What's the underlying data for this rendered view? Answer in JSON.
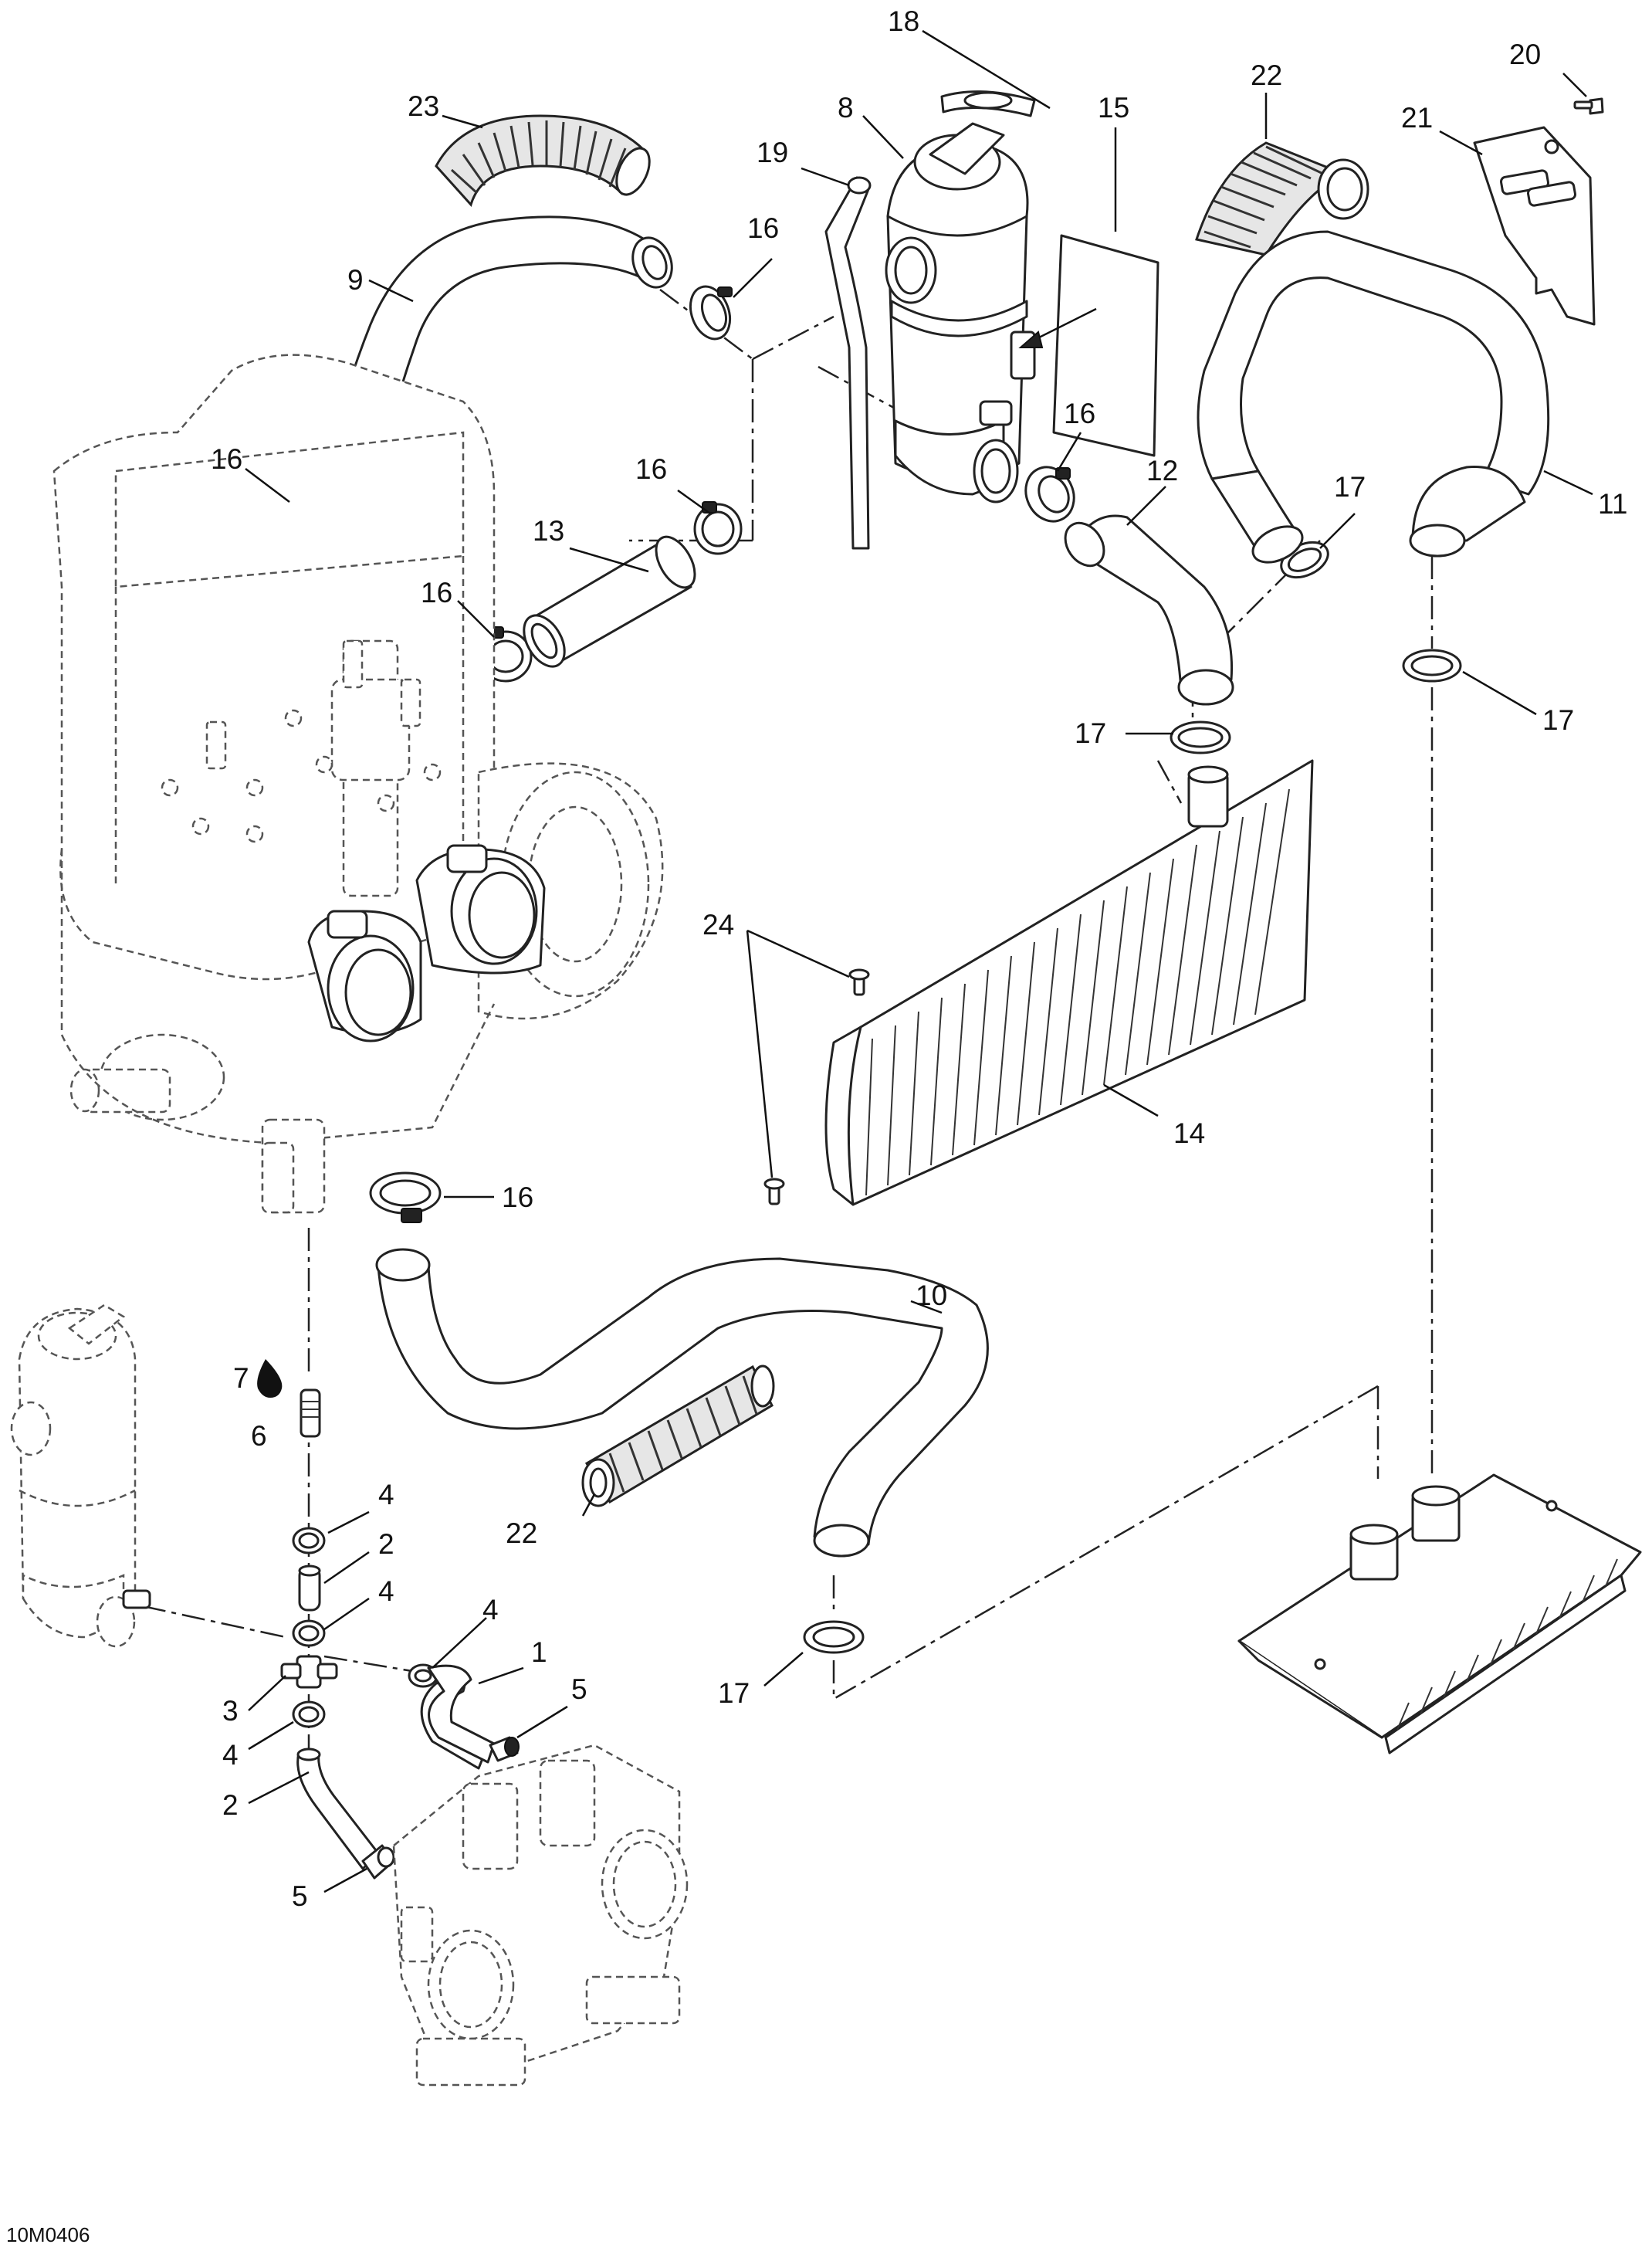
{
  "diagram": {
    "reference_code": "10M0406",
    "callouts": [
      "1",
      "2",
      "3",
      "4",
      "5",
      "6",
      "7",
      "8",
      "9",
      "10",
      "11",
      "12",
      "13",
      "14",
      "15",
      "16",
      "17",
      "18",
      "19",
      "20",
      "21",
      "22",
      "23",
      "24"
    ]
  },
  "colors": {
    "line": "#222222",
    "background": "#ffffff",
    "ghost": "#555555"
  },
  "icons": {
    "lubricant": "oil-drop-icon",
    "flow_direction": "arrow-icon"
  }
}
